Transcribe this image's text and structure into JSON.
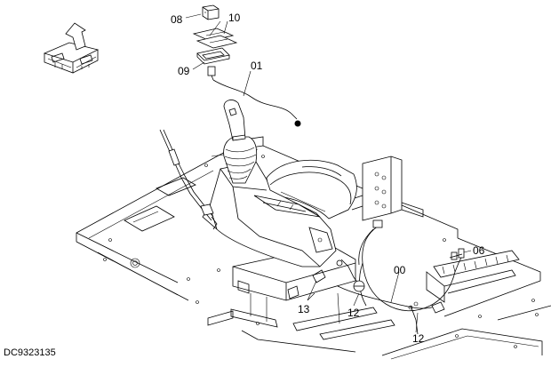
{
  "diagram": {
    "document_id": "DC9323135",
    "callouts": [
      {
        "key": "c08",
        "text": "08"
      },
      {
        "key": "c10",
        "text": "10"
      },
      {
        "key": "c09",
        "text": "09"
      },
      {
        "key": "c01",
        "text": "01"
      },
      {
        "key": "c06",
        "text": "06"
      },
      {
        "key": "c00",
        "text": "00"
      },
      {
        "key": "c13",
        "text": "13"
      },
      {
        "key": "c12a",
        "text": "12"
      },
      {
        "key": "c12b",
        "text": "12"
      }
    ]
  }
}
